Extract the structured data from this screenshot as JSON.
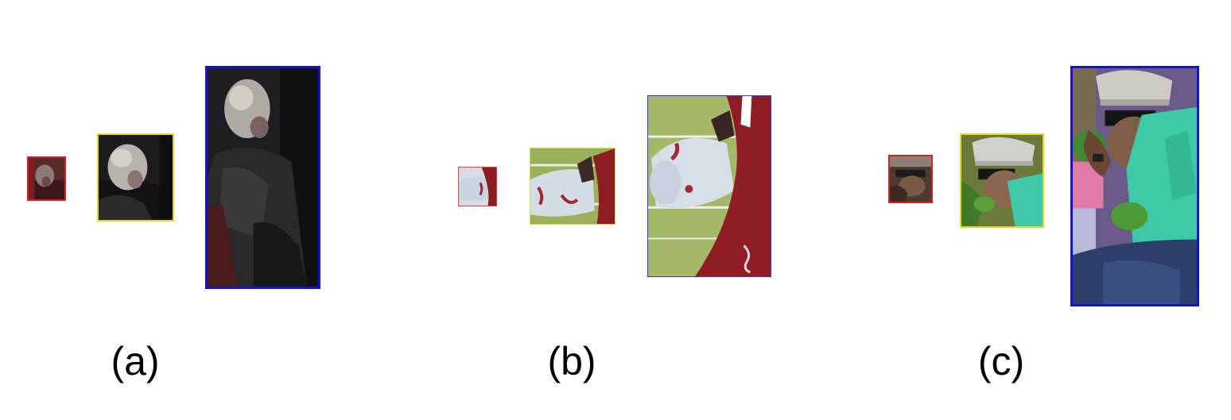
{
  "figure": {
    "panels": [
      {
        "id": "a",
        "label": "(a)",
        "scales": [
          {
            "name": "small",
            "border_color": "#d42020"
          },
          {
            "name": "medium",
            "border_color": "#e6d81a"
          },
          {
            "name": "large",
            "border_color": "#1414c8"
          }
        ]
      },
      {
        "id": "b",
        "label": "(b)",
        "scales": [
          {
            "name": "small",
            "border_color": "#e04040"
          },
          {
            "name": "medium",
            "border_color": "#d8d84a"
          },
          {
            "name": "large",
            "border_color": "#3a3ad0"
          }
        ]
      },
      {
        "id": "c",
        "label": "(c)",
        "scales": [
          {
            "name": "small",
            "border_color": "#d42020"
          },
          {
            "name": "medium",
            "border_color": "#e6d81a"
          },
          {
            "name": "large",
            "border_color": "#1414c8"
          }
        ]
      }
    ]
  }
}
